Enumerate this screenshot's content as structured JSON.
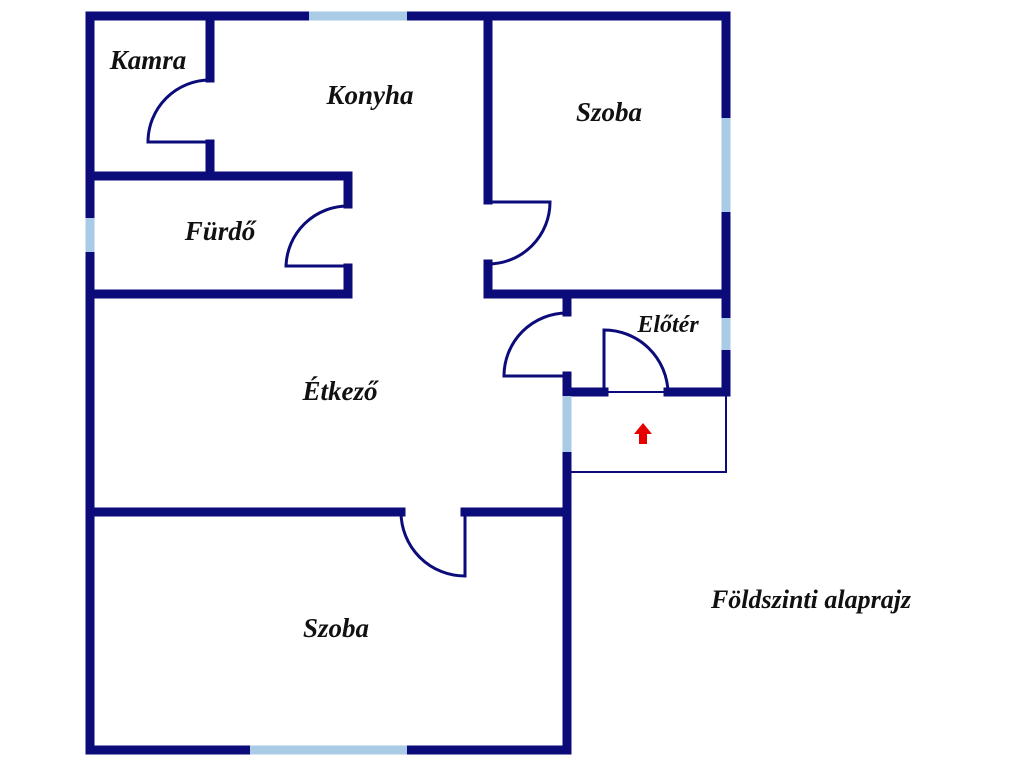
{
  "rooms": {
    "kamra": "Kamra",
    "konyha": "Konyha",
    "szoba_top": "Szoba",
    "furdo": "Fürdő",
    "etkezo": "Étkező",
    "eloter": "Előtér",
    "szoba_bottom": "Szoba"
  },
  "caption": "Földszinti alaprajz",
  "colors": {
    "wall": "#0b0b7a",
    "window": "#a9cbe6",
    "entrance_arrow": "#e60000"
  },
  "icons": {
    "entrance": "entrance-arrow-icon"
  }
}
